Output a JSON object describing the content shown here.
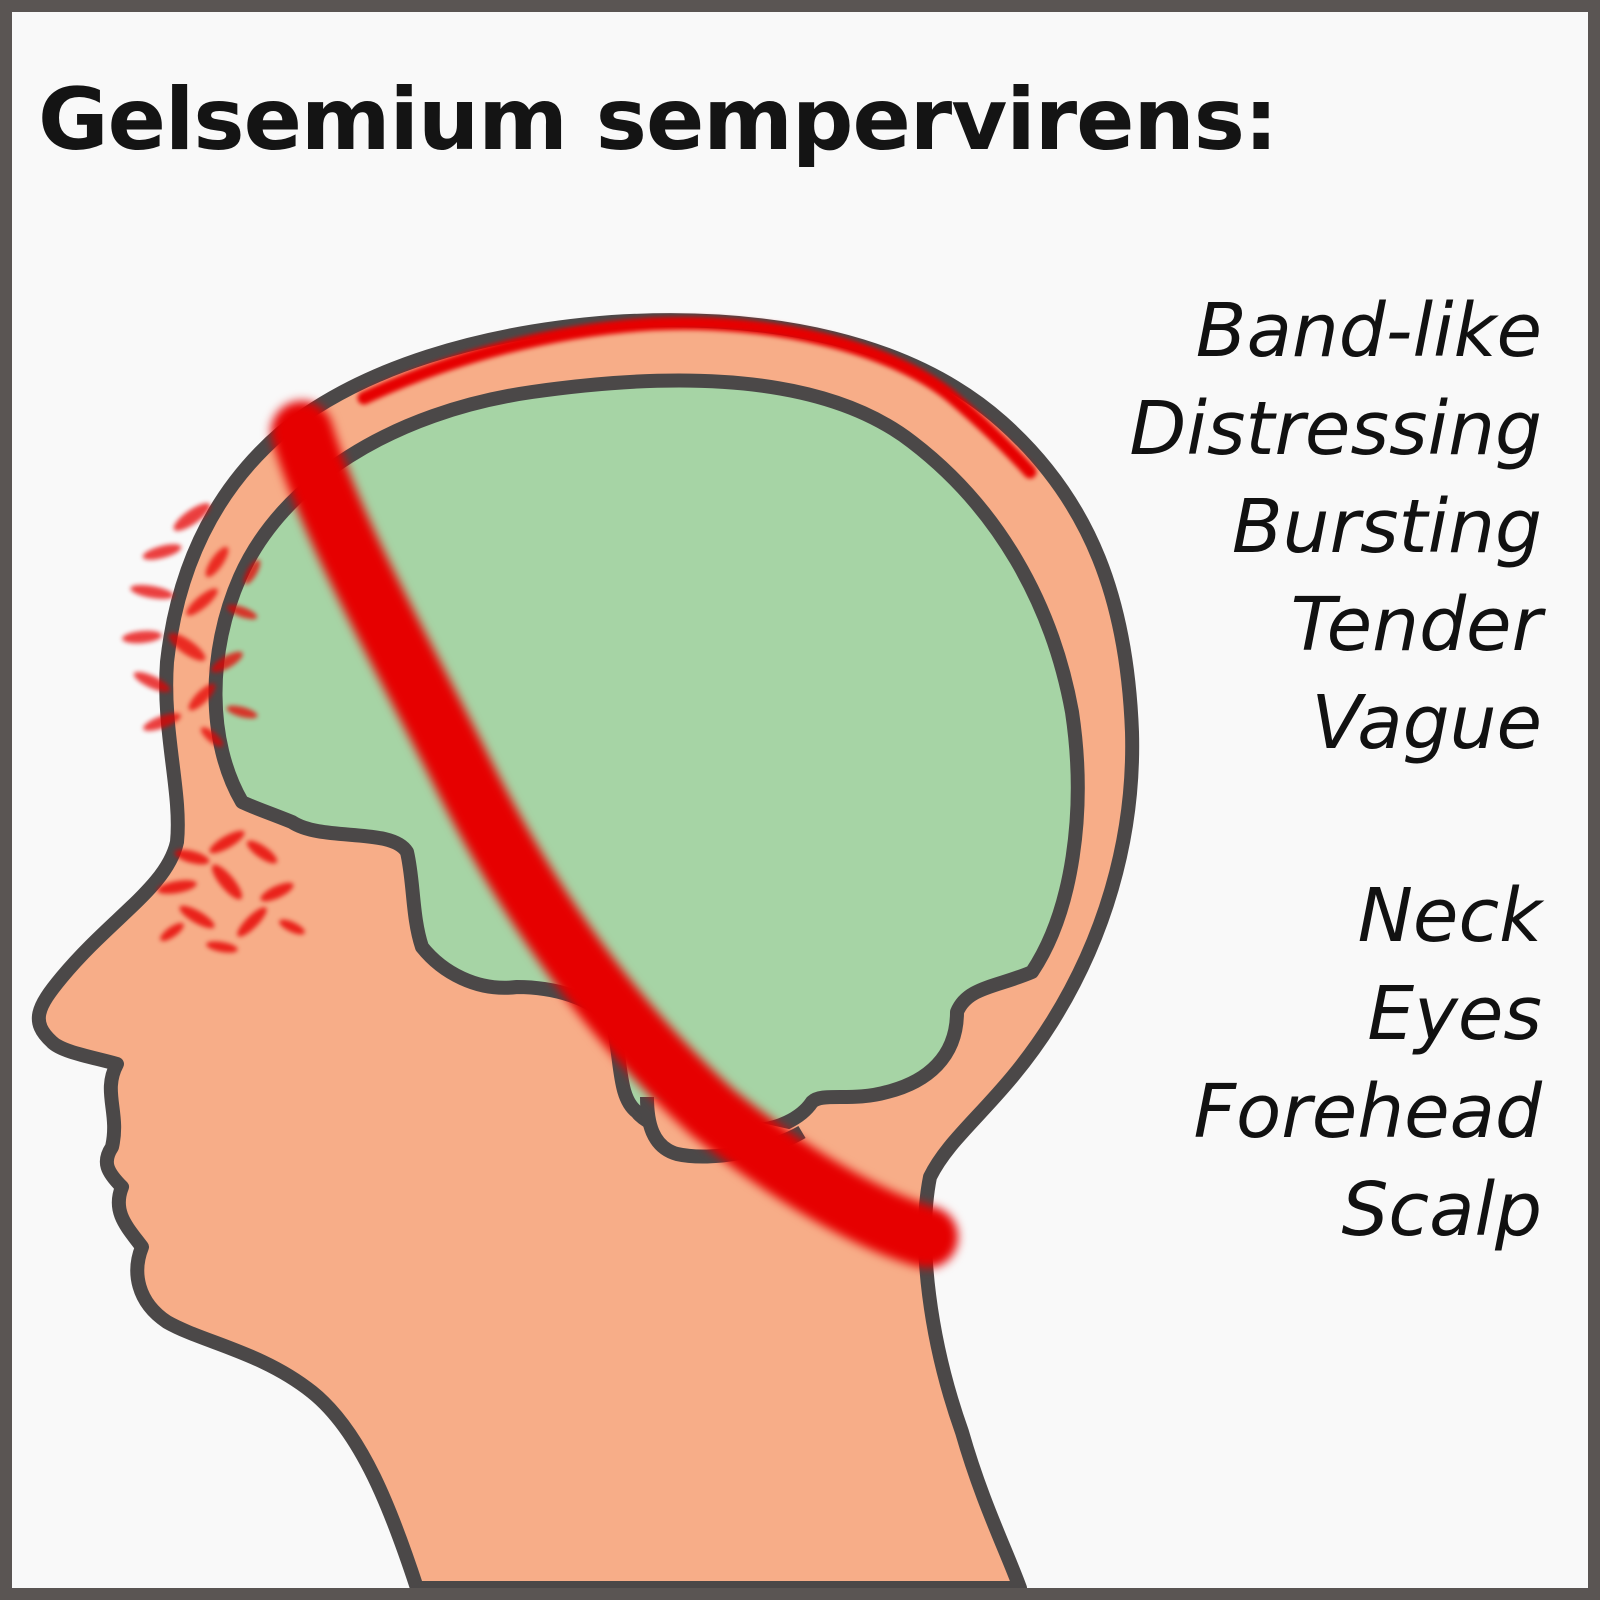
{
  "title": "Gelsemium sempervirens:",
  "qualities": [
    "Band-like",
    "Distressing",
    "Bursting",
    "Tender",
    "Vague"
  ],
  "locations": [
    "Neck",
    "Eyes",
    "Forehead",
    "Scalp"
  ],
  "colors": {
    "skin": "#f7ad88",
    "brain": "#a6d4a5",
    "outline": "#4b4848",
    "pain": "#e60606",
    "frame": "#5a5553",
    "background": "#f9f9f9"
  }
}
